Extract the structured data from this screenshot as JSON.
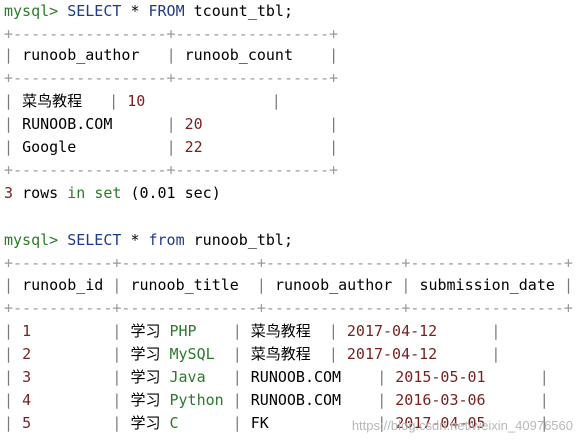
{
  "query1": {
    "prompt": "mysql>",
    "kw1": "SELECT",
    "star": "*",
    "kw2": "FROM",
    "table": "tcount_tbl;",
    "border": "+-----------------+-----------------+",
    "header": {
      "c1": "runoob_author",
      "c2": "runoob_count"
    },
    "rows": [
      {
        "c1": "菜鸟教程",
        "c2": "10"
      },
      {
        "c1": "RUNOOB.COM",
        "c2": "20"
      },
      {
        "c1": "Google",
        "c2": "22"
      }
    ],
    "result": {
      "n": "3",
      "w1": "rows",
      "w2": "in",
      "w3": "set",
      "time": "(0.01 sec)"
    }
  },
  "query2": {
    "prompt": "mysql>",
    "kw1": "SELECT",
    "star": "*",
    "kw2": "from",
    "table": "runoob_tbl;",
    "border": "+-----------+---------------+---------------+-----------------+",
    "header": {
      "c1": "runoob_id",
      "c2": "runoob_title",
      "c3": "runoob_author",
      "c4": "submission_date"
    },
    "rows": [
      {
        "c1": "1",
        "c2a": "学习",
        "c2b": "PHP",
        "c3": "菜鸟教程",
        "c4": "2017-04-12"
      },
      {
        "c1": "2",
        "c2a": "学习",
        "c2b": "MySQL",
        "c3": "菜鸟教程",
        "c4": "2017-04-12"
      },
      {
        "c1": "3",
        "c2a": "学习",
        "c2b": "Java",
        "c3": "RUNOOB.COM",
        "c4": "2015-05-01"
      },
      {
        "c1": "4",
        "c2a": "学习",
        "c2b": "Python",
        "c3": "RUNOOB.COM",
        "c4": "2016-03-06"
      },
      {
        "c1": "5",
        "c2a": "学习",
        "c2b": "C",
        "c3": "FK",
        "c4": "2017-04-05"
      }
    ]
  },
  "watermark": "https://blog.csdn.net/weixin_40976560",
  "colors": {
    "green": "#2b7a2b",
    "blue": "#1e3a8a",
    "number": "#7a1f1f"
  }
}
